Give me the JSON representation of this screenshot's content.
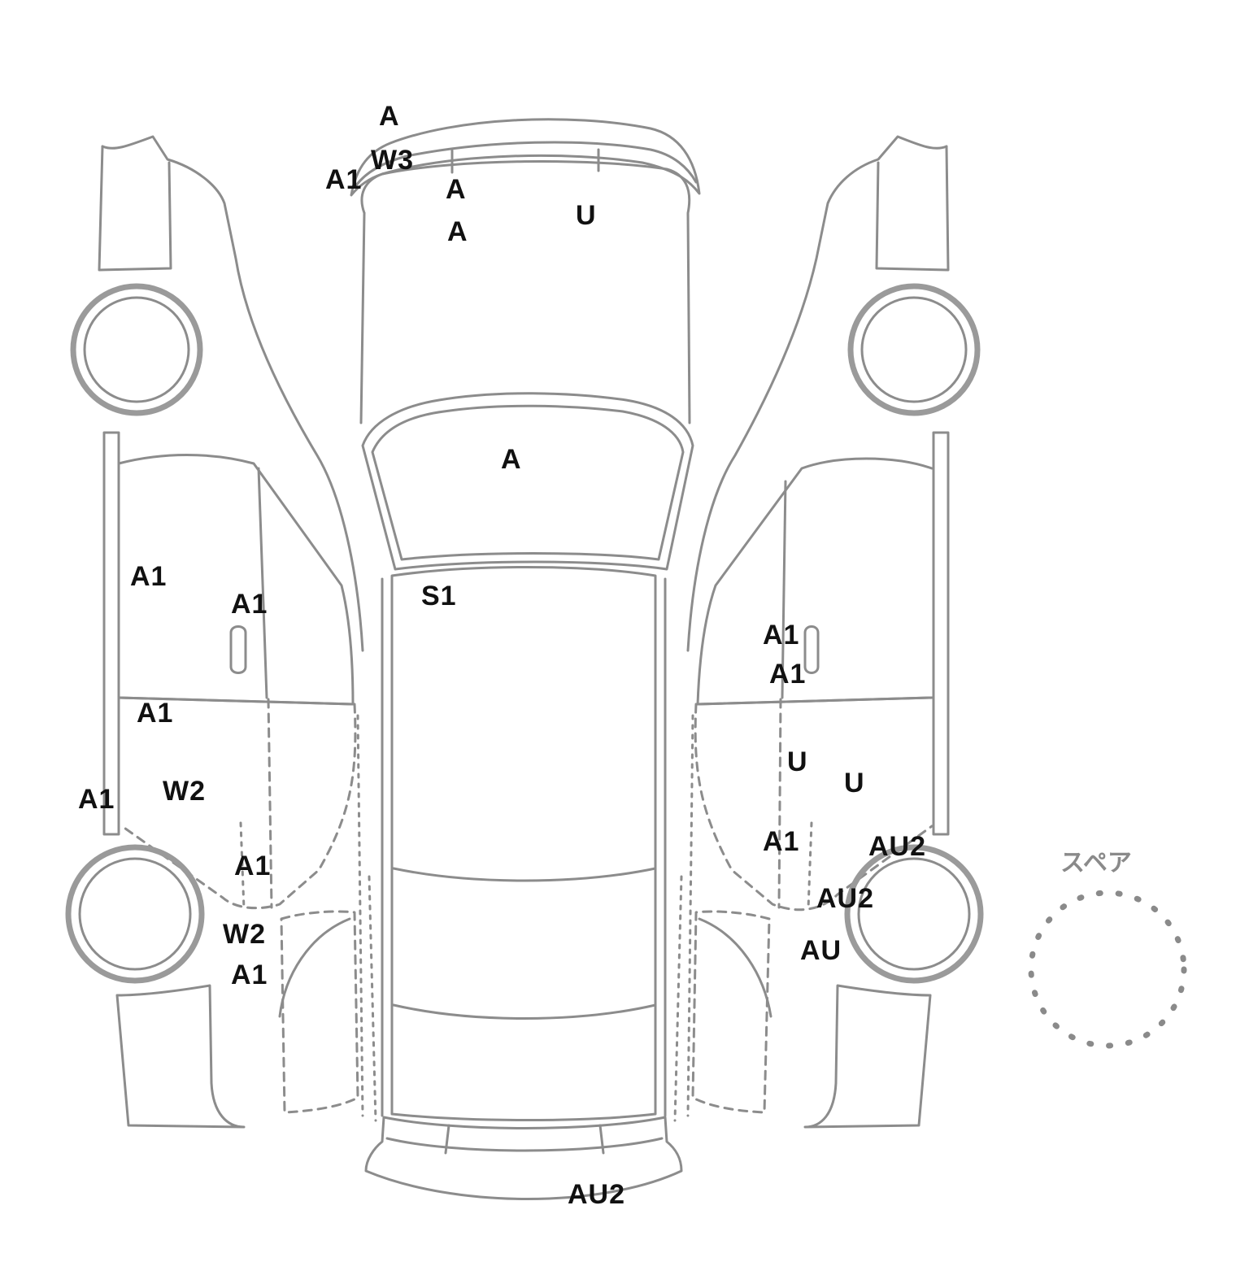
{
  "colors": {
    "outline": "#8c8c8c",
    "label": "#111111"
  },
  "spare_label": "スペア",
  "marks": {
    "front_top_a": "A",
    "front_w3": "W3",
    "front_a1": "A1",
    "hood_a_1": "A",
    "hood_a_2": "A",
    "hood_u": "U",
    "windshield_a": "A",
    "roof_s1": "S1",
    "left_front_door_a1": "A1",
    "left_pillar_a1": "A1",
    "left_rear_door_a1": "A1",
    "left_rear_w2_upper": "W2",
    "left_sill_a1": "A1",
    "left_rear_fender_a1": "A1",
    "left_rear_fender_w2": "W2",
    "left_rear_fender_a1_lower": "A1",
    "right_pillar_a1_upper": "A1",
    "right_pillar_a1_lower": "A1",
    "right_rear_door_u_1": "U",
    "right_rear_door_u_2": "U",
    "right_rear_door_a1": "A1",
    "right_rear_fender_au2_upper": "AU2",
    "right_rear_fender_au2_lower": "AU2",
    "right_rear_fender_au": "AU",
    "rear_bumper_au2": "AU2"
  }
}
